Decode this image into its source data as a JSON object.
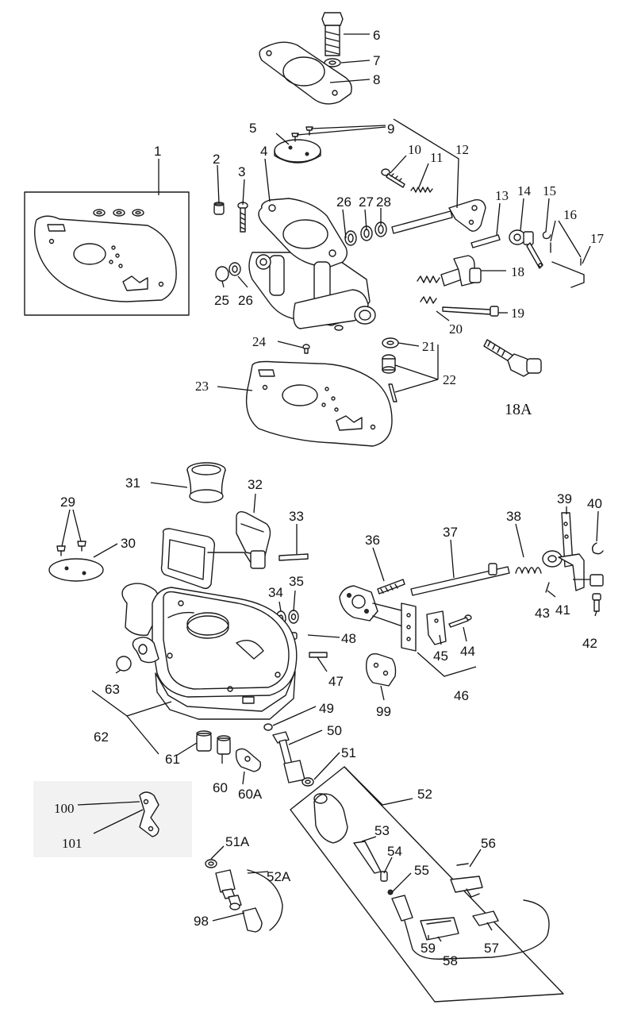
{
  "callouts": [
    {
      "id": "c1",
      "text": "1"
    },
    {
      "id": "c2",
      "text": "2"
    },
    {
      "id": "c3",
      "text": "3"
    },
    {
      "id": "c4",
      "text": "4"
    },
    {
      "id": "c5",
      "text": "5"
    },
    {
      "id": "c6",
      "text": "6"
    },
    {
      "id": "c7",
      "text": "7"
    },
    {
      "id": "c8",
      "text": "8"
    },
    {
      "id": "c9",
      "text": "9"
    },
    {
      "id": "c10",
      "text": "10"
    },
    {
      "id": "c11",
      "text": "11"
    },
    {
      "id": "c12",
      "text": "12"
    },
    {
      "id": "c13",
      "text": "13"
    },
    {
      "id": "c14",
      "text": "14"
    },
    {
      "id": "c15",
      "text": "15"
    },
    {
      "id": "c16",
      "text": "16"
    },
    {
      "id": "c17",
      "text": "17"
    },
    {
      "id": "c18",
      "text": "18"
    },
    {
      "id": "c18a",
      "text": "18A"
    },
    {
      "id": "c19",
      "text": "19"
    },
    {
      "id": "c20",
      "text": "20"
    },
    {
      "id": "c21",
      "text": "21"
    },
    {
      "id": "c22",
      "text": "22"
    },
    {
      "id": "c23",
      "text": "23"
    },
    {
      "id": "c24",
      "text": "24"
    },
    {
      "id": "c25",
      "text": "25"
    },
    {
      "id": "c26a",
      "text": "26"
    },
    {
      "id": "c26b",
      "text": "26"
    },
    {
      "id": "c27",
      "text": "27"
    },
    {
      "id": "c28",
      "text": "28"
    },
    {
      "id": "c29",
      "text": "29"
    },
    {
      "id": "c30",
      "text": "30"
    },
    {
      "id": "c31",
      "text": "31"
    },
    {
      "id": "c32",
      "text": "32"
    },
    {
      "id": "c33",
      "text": "33"
    },
    {
      "id": "c34",
      "text": "34"
    },
    {
      "id": "c35",
      "text": "35"
    },
    {
      "id": "c36",
      "text": "36"
    },
    {
      "id": "c37",
      "text": "37"
    },
    {
      "id": "c38",
      "text": "38"
    },
    {
      "id": "c39",
      "text": "39"
    },
    {
      "id": "c40",
      "text": "40"
    },
    {
      "id": "c41",
      "text": "41"
    },
    {
      "id": "c42",
      "text": "42"
    },
    {
      "id": "c43",
      "text": "43"
    },
    {
      "id": "c44",
      "text": "44"
    },
    {
      "id": "c45",
      "text": "45"
    },
    {
      "id": "c46",
      "text": "46"
    },
    {
      "id": "c47",
      "text": "47"
    },
    {
      "id": "c48",
      "text": "48"
    },
    {
      "id": "c49",
      "text": "49"
    },
    {
      "id": "c50",
      "text": "50"
    },
    {
      "id": "c51",
      "text": "51"
    },
    {
      "id": "c51a",
      "text": "51A"
    },
    {
      "id": "c52",
      "text": "52"
    },
    {
      "id": "c52a",
      "text": "52A"
    },
    {
      "id": "c53",
      "text": "53"
    },
    {
      "id": "c54",
      "text": "54"
    },
    {
      "id": "c55",
      "text": "55"
    },
    {
      "id": "c56",
      "text": "56"
    },
    {
      "id": "c57",
      "text": "57"
    },
    {
      "id": "c58",
      "text": "58"
    },
    {
      "id": "c59",
      "text": "59"
    },
    {
      "id": "c60",
      "text": "60"
    },
    {
      "id": "c60a",
      "text": "60A"
    },
    {
      "id": "c61",
      "text": "61"
    },
    {
      "id": "c62",
      "text": "62"
    },
    {
      "id": "c63",
      "text": "63"
    },
    {
      "id": "c98",
      "text": "98"
    },
    {
      "id": "c99",
      "text": "99"
    },
    {
      "id": "c100",
      "text": "100"
    },
    {
      "id": "c101",
      "text": "101"
    }
  ]
}
